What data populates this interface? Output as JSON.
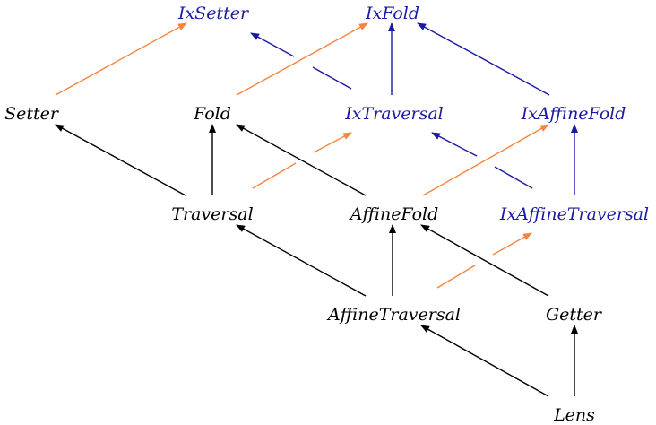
{
  "colors": {
    "plain": "#000000",
    "indexed": "#1a1aa6",
    "index_edge": "#f5853f"
  },
  "nodes": [
    {
      "id": "ixsetter",
      "label": "IxSetter",
      "kind": "indexed"
    },
    {
      "id": "ixfold",
      "label": "IxFold",
      "kind": "indexed"
    },
    {
      "id": "setter",
      "label": "Setter",
      "kind": "plain"
    },
    {
      "id": "fold",
      "label": "Fold",
      "kind": "plain"
    },
    {
      "id": "ixtraversal",
      "label": "IxTraversal",
      "kind": "indexed"
    },
    {
      "id": "ixaffinefold",
      "label": "IxAffineFold",
      "kind": "indexed"
    },
    {
      "id": "traversal",
      "label": "Traversal",
      "kind": "plain"
    },
    {
      "id": "affinefold",
      "label": "AffineFold",
      "kind": "plain"
    },
    {
      "id": "ixaffinetraversal",
      "label": "IxAffineTraversal",
      "kind": "indexed"
    },
    {
      "id": "affinetraversal",
      "label": "AffineTraversal",
      "kind": "plain"
    },
    {
      "id": "getter",
      "label": "Getter",
      "kind": "plain"
    },
    {
      "id": "lens",
      "label": "Lens",
      "kind": "plain"
    }
  ],
  "edges": [
    {
      "from": "setter",
      "to": "ixsetter",
      "kind": "index_edge"
    },
    {
      "from": "fold",
      "to": "ixfold",
      "kind": "index_edge"
    },
    {
      "from": "ixtraversal",
      "to": "ixsetter",
      "kind": "indexed"
    },
    {
      "from": "ixtraversal",
      "to": "ixfold",
      "kind": "indexed"
    },
    {
      "from": "ixaffinefold",
      "to": "ixfold",
      "kind": "indexed"
    },
    {
      "from": "traversal",
      "to": "setter",
      "kind": "plain"
    },
    {
      "from": "traversal",
      "to": "fold",
      "kind": "plain"
    },
    {
      "from": "traversal",
      "to": "ixtraversal",
      "kind": "index_edge"
    },
    {
      "from": "affinefold",
      "to": "fold",
      "kind": "plain"
    },
    {
      "from": "affinefold",
      "to": "ixaffinefold",
      "kind": "index_edge"
    },
    {
      "from": "ixaffinetraversal",
      "to": "ixtraversal",
      "kind": "indexed"
    },
    {
      "from": "ixaffinetraversal",
      "to": "ixaffinefold",
      "kind": "indexed"
    },
    {
      "from": "affinetraversal",
      "to": "traversal",
      "kind": "plain"
    },
    {
      "from": "affinetraversal",
      "to": "affinefold",
      "kind": "plain"
    },
    {
      "from": "affinetraversal",
      "to": "ixaffinetraversal",
      "kind": "index_edge"
    },
    {
      "from": "getter",
      "to": "affinefold",
      "kind": "plain"
    },
    {
      "from": "lens",
      "to": "affinetraversal",
      "kind": "plain"
    },
    {
      "from": "lens",
      "to": "getter",
      "kind": "plain"
    }
  ]
}
